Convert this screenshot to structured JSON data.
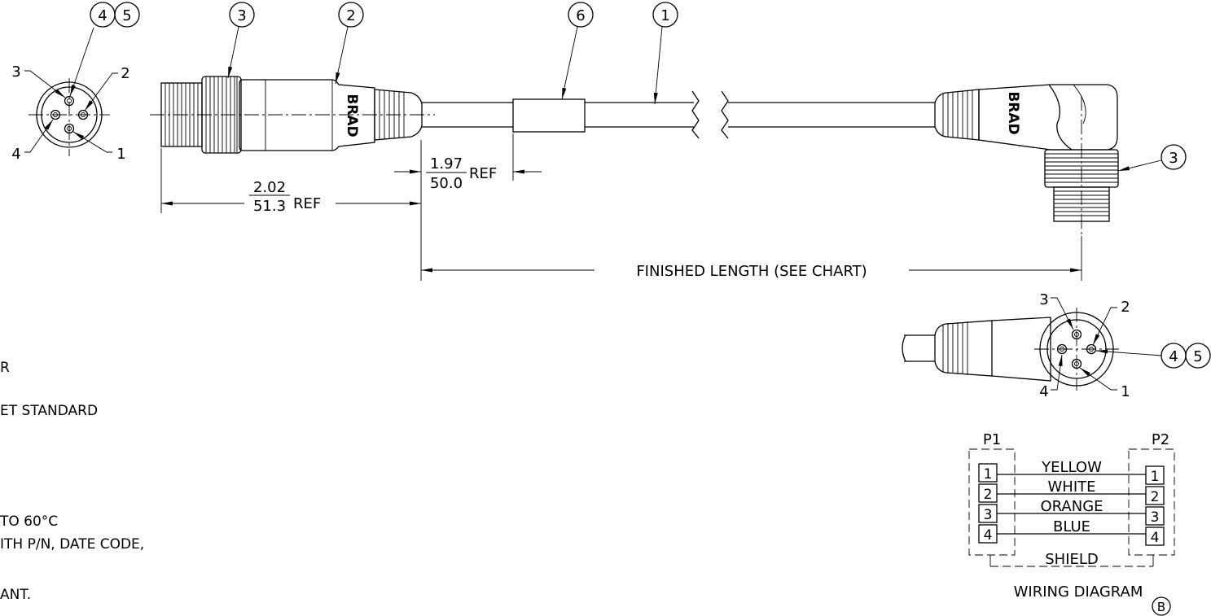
{
  "balloons": {
    "b1": "1",
    "b2": "2",
    "b3": "3",
    "b4": "4",
    "b5": "5",
    "b6": "6"
  },
  "pin_labels": {
    "p1": "1",
    "p2": "2",
    "p3": "3",
    "p4": "4"
  },
  "brand_mark": "BRAD",
  "dimensions": {
    "connector_length_in": "2.02",
    "connector_length_mm": "51.3",
    "sleeve_offset_in": "1.97",
    "sleeve_offset_mm": "50.0",
    "ref": "REF",
    "finished_length": "FINISHED LENGTH (SEE CHART)"
  },
  "notes": {
    "n1": "R",
    "n2": "ET STANDARD",
    "n3": "TO 60°C",
    "n4": "ITH P/N, DATE CODE,",
    "n5": "ANT."
  },
  "wiring": {
    "p1_label": "P1",
    "p2_label": "P2",
    "pins": [
      "1",
      "2",
      "3",
      "4"
    ],
    "wires": [
      "YELLOW",
      "WHITE",
      "ORANGE",
      "BLUE"
    ],
    "shield": "SHIELD",
    "title": "WIRING DIAGRAM",
    "view_letter": "B"
  }
}
